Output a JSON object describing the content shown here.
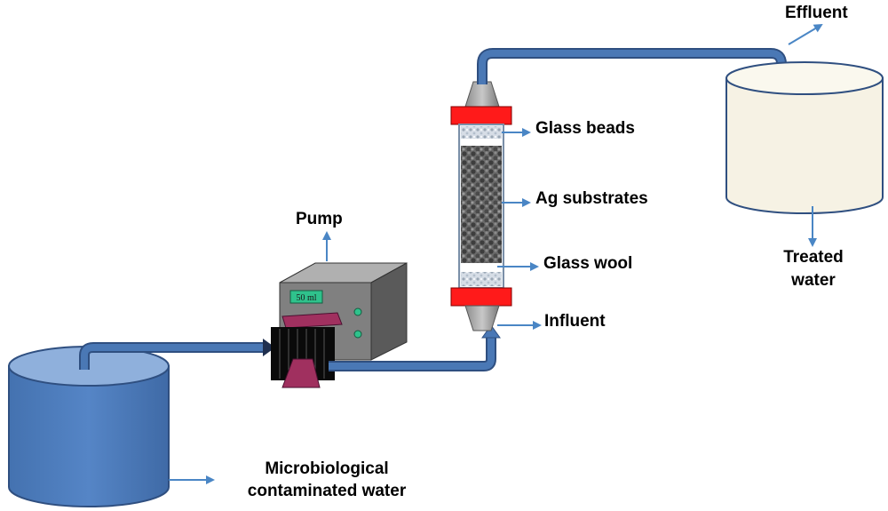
{
  "labels": {
    "effluent": "Effluent",
    "glass_beads": "Glass beads",
    "ag_substrates": "Ag substrates",
    "glass_wool": "Glass wool",
    "influent": "Influent",
    "pump": "Pump",
    "treated_water_line1": "Treated",
    "treated_water_line2": "water",
    "contaminated_line1": "Microbiological",
    "contaminated_line2": "contaminated water"
  },
  "pump_display": "50 ml",
  "colors": {
    "pipe": "#4a78b5",
    "pipe_outline": "#2f4f80",
    "arrow": "#4a86c5",
    "source_tank": "#4f7fbf",
    "source_tank_top": "#8fb0dc",
    "treated_tank": "#f6f2e4",
    "cap_red": "#ff1a1a",
    "pump_body": "#7f7f7f",
    "pump_display": "#2fc28c",
    "pump_head": "#a0305f"
  }
}
